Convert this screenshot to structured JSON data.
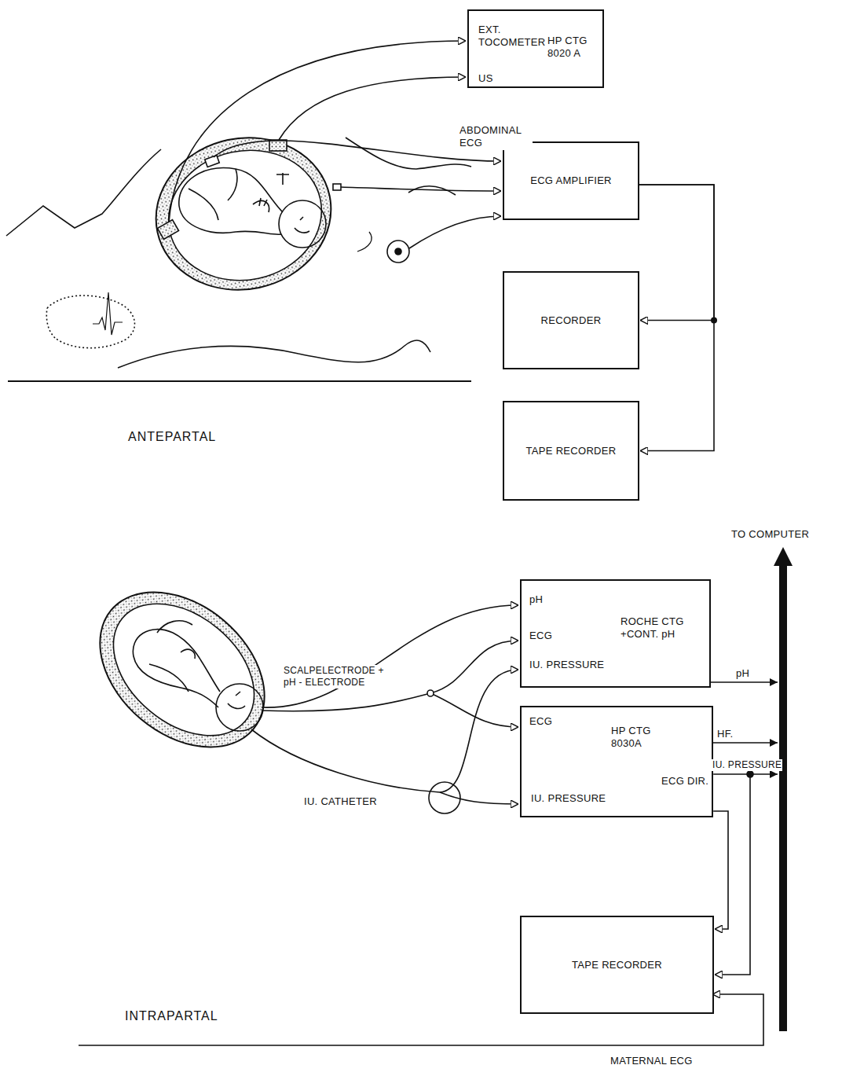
{
  "diagram": {
    "nodes": [
      {
        "text": [
          "EXT. TOCOMETER",
          "US",
          "HP CTG 8020 A"
        ]
      },
      {
        "text": [
          "ECG AMPLIFIER"
        ]
      },
      {
        "text": [
          "RECORDER"
        ]
      },
      {
        "text": [
          "TAPE RECORDER"
        ]
      },
      {
        "text": [
          "pH",
          "ECG",
          "ROCHE CTG +CONT. pH",
          "IU. PRESSURE"
        ]
      },
      {
        "text": [
          "ECG",
          "HP CTG 8030A",
          "IU. PRESSURE",
          "ECG DIR."
        ]
      },
      {
        "text": [
          "TAPE RECORDER"
        ]
      }
    ],
    "edges": [
      {
        "from": 1,
        "to": 2,
        "arrow": "to"
      },
      {
        "from": 1,
        "to": 3,
        "arrow": "to"
      },
      {
        "from": 5,
        "to": 6,
        "arrow": "to"
      },
      {
        "from": 5,
        "to": 6,
        "arrow": "to"
      }
    ],
    "labels": [
      "ABDOMINAL ECG",
      "ANTEPARTAL",
      "TO COMPUTER",
      "pH",
      "HF.",
      "IU. PRESSURE",
      "SCALPELECTRODE + pH - ELECTRODE",
      "IU. CATHETER",
      "INTRAPARTAL",
      "MATERNAL ECG"
    ]
  }
}
